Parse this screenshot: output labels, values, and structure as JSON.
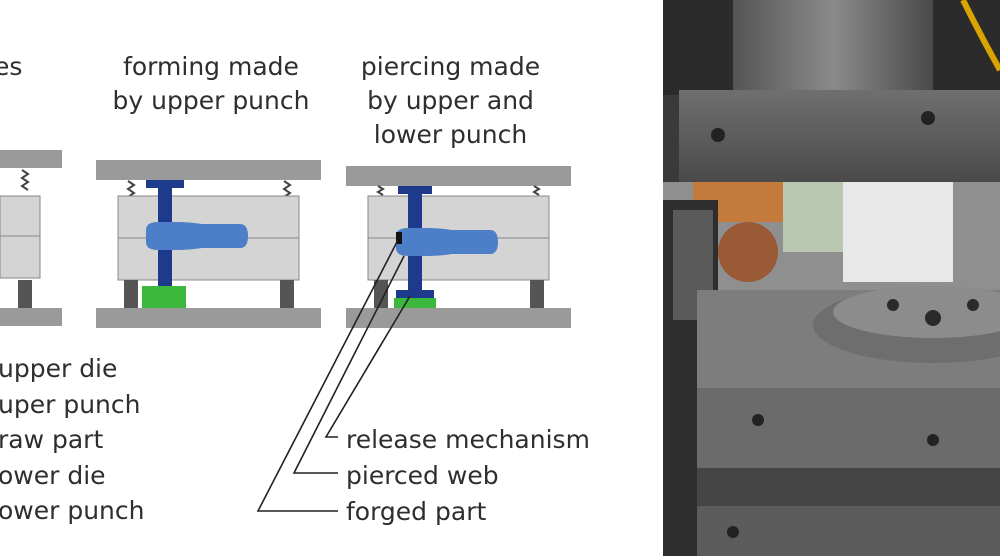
{
  "stages": [
    {
      "caption": [
        "es"
      ]
    },
    {
      "caption": [
        "forming made",
        "by upper punch"
      ]
    },
    {
      "caption": [
        "piercing made",
        "by upper and",
        "lower punch"
      ]
    }
  ],
  "legend_left": [
    "upper die",
    "uper punch",
    "raw part",
    "ower die",
    "ower punch"
  ],
  "legend_right": [
    "release mechanism",
    "pierced web",
    "forged part"
  ],
  "colors": {
    "plate": "#9a9a9a",
    "die": "#d4d4d4",
    "punch": "#1e3a8c",
    "part": "#4d7fc9",
    "lower_punch": "#3cb83c",
    "text": "#2e2e2e"
  },
  "photo": {
    "description_icon": "forging-press-photo"
  }
}
